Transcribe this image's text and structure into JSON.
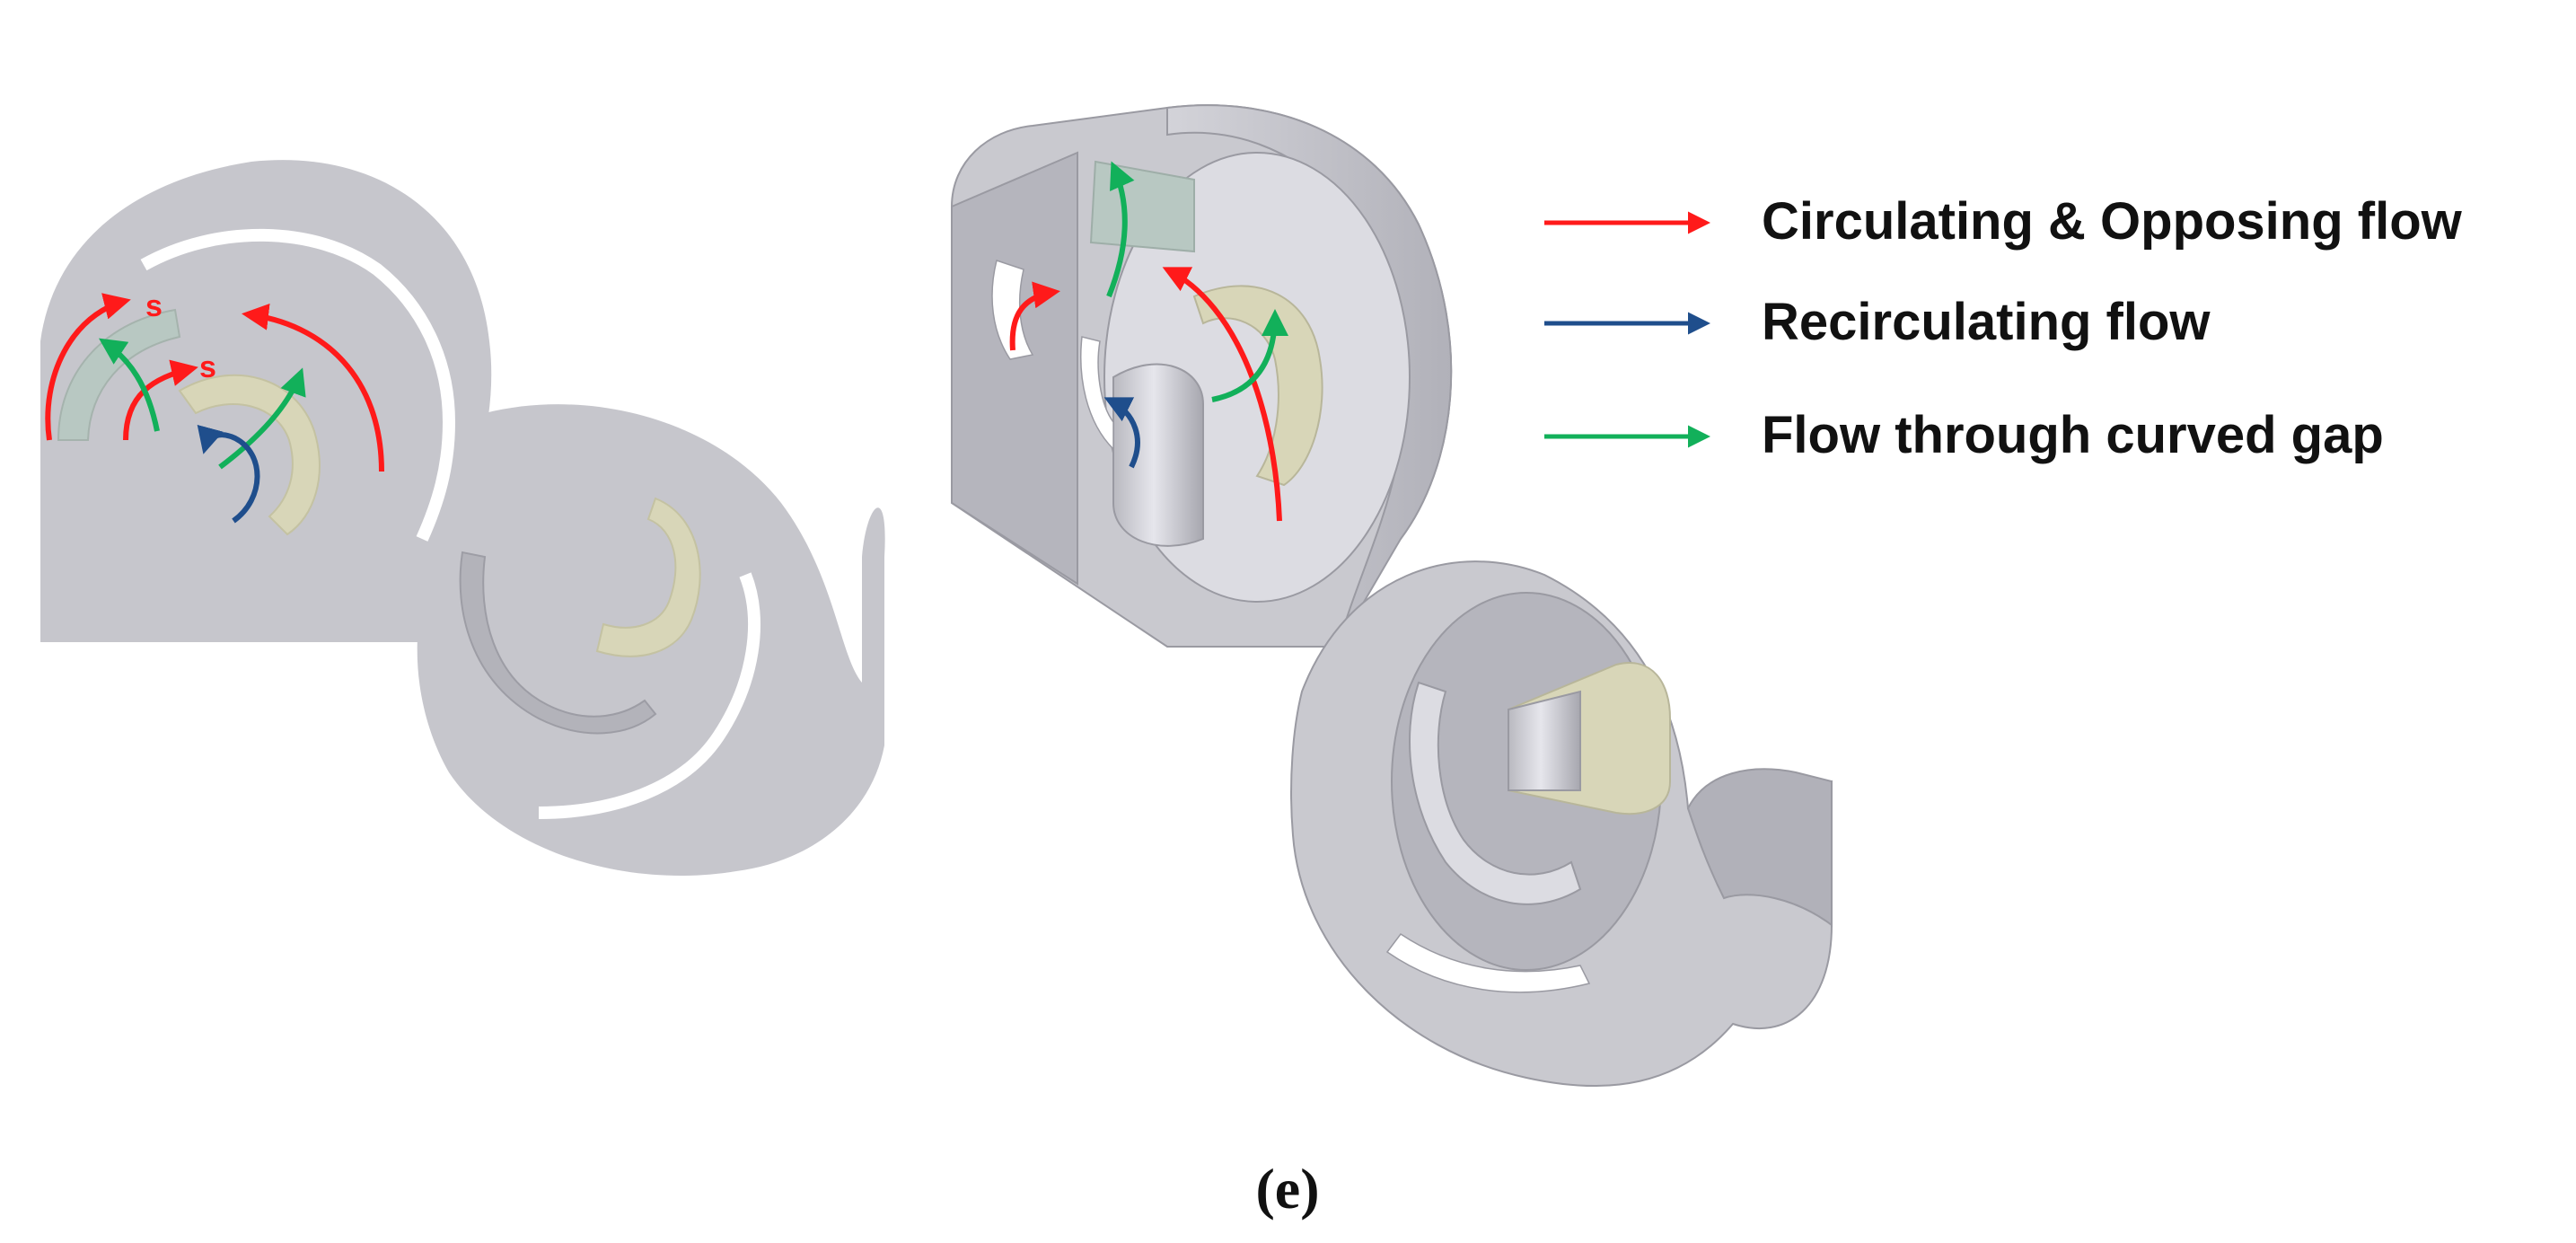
{
  "legend": {
    "items": [
      {
        "label": "Circulating & Opposing flow",
        "color": "#ff1a1a"
      },
      {
        "label": "Recirculating flow",
        "color": "#1f4e8c"
      },
      {
        "label": "Flow through curved gap",
        "color": "#12b05a"
      }
    ]
  },
  "markers": {
    "s1": "s",
    "s2": "s"
  },
  "caption": {
    "paren_open": "(",
    "letter": "e",
    "paren_close": ")"
  },
  "colors": {
    "body_fill": "#c6c6cc",
    "solid_fill": "#c9c9cf",
    "solid_dark": "#a9a9b1",
    "solid_light": "#dcdce2",
    "edge": "#9a9aa2",
    "gap_tan": "#d8d6b8",
    "gap_teal": "#b8c8c2",
    "background": "#ffffff"
  }
}
